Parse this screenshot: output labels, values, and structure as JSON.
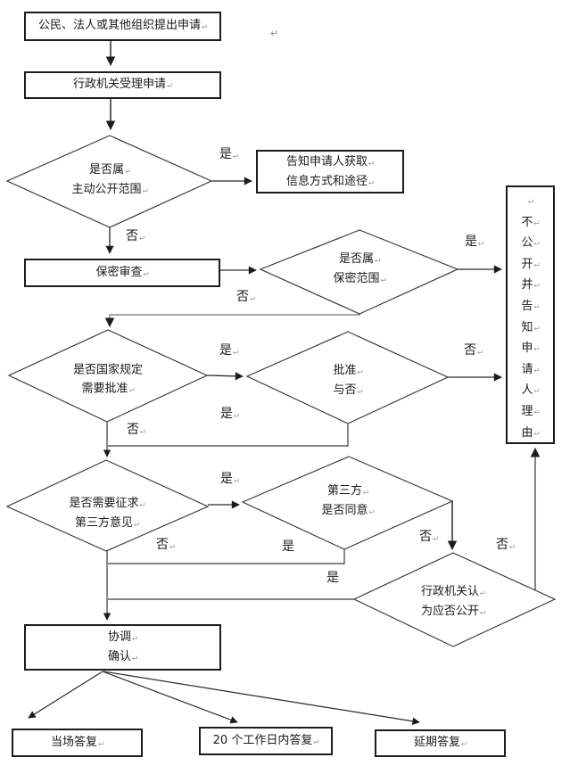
{
  "marks": {
    "crlf": "↵"
  },
  "colors": {
    "line": "#3a3a3a",
    "gray_line": "#8a8a8a",
    "border": "#1c1c1c",
    "text": "#1a1a1a",
    "mark": "#9a9a9a",
    "background": "#ffffff"
  },
  "flow": {
    "start_box": "公民、法人或其他组织提出申请",
    "accept_box": "行政机关受理申请",
    "proactive_diamond": {
      "line1": "是否属",
      "line2": "主动公开范围"
    },
    "inform_box": {
      "line1": "告知申请人获取",
      "line2": "信息方式和途径"
    },
    "review_box": "保密审查",
    "secret_diamond": {
      "line1": "是否属",
      "line2": "保密范围"
    },
    "not_disclose_box": "不公开并告知申请人理由",
    "approval_needed_diamond": {
      "line1": "是否国家规定",
      "line2": "需要批准"
    },
    "approved_diamond": {
      "line1": "批准",
      "line2": "与否"
    },
    "third_party_diamond": {
      "line1": "是否需要征求",
      "line2": "第三方意见"
    },
    "third_party_agree_diamond": {
      "line1": "第三方",
      "line2": "是否同意"
    },
    "agency_decide_diamond": {
      "line1": "行政机关认",
      "line2": "为应否公开"
    },
    "coordinate_box": {
      "line1": "协调",
      "line2": "确认"
    },
    "onspot_box": "当场答复",
    "days20_box": "20 个工作日内答复",
    "delay_box": "延期答复",
    "labels": {
      "yes": "是",
      "no": "否"
    }
  }
}
